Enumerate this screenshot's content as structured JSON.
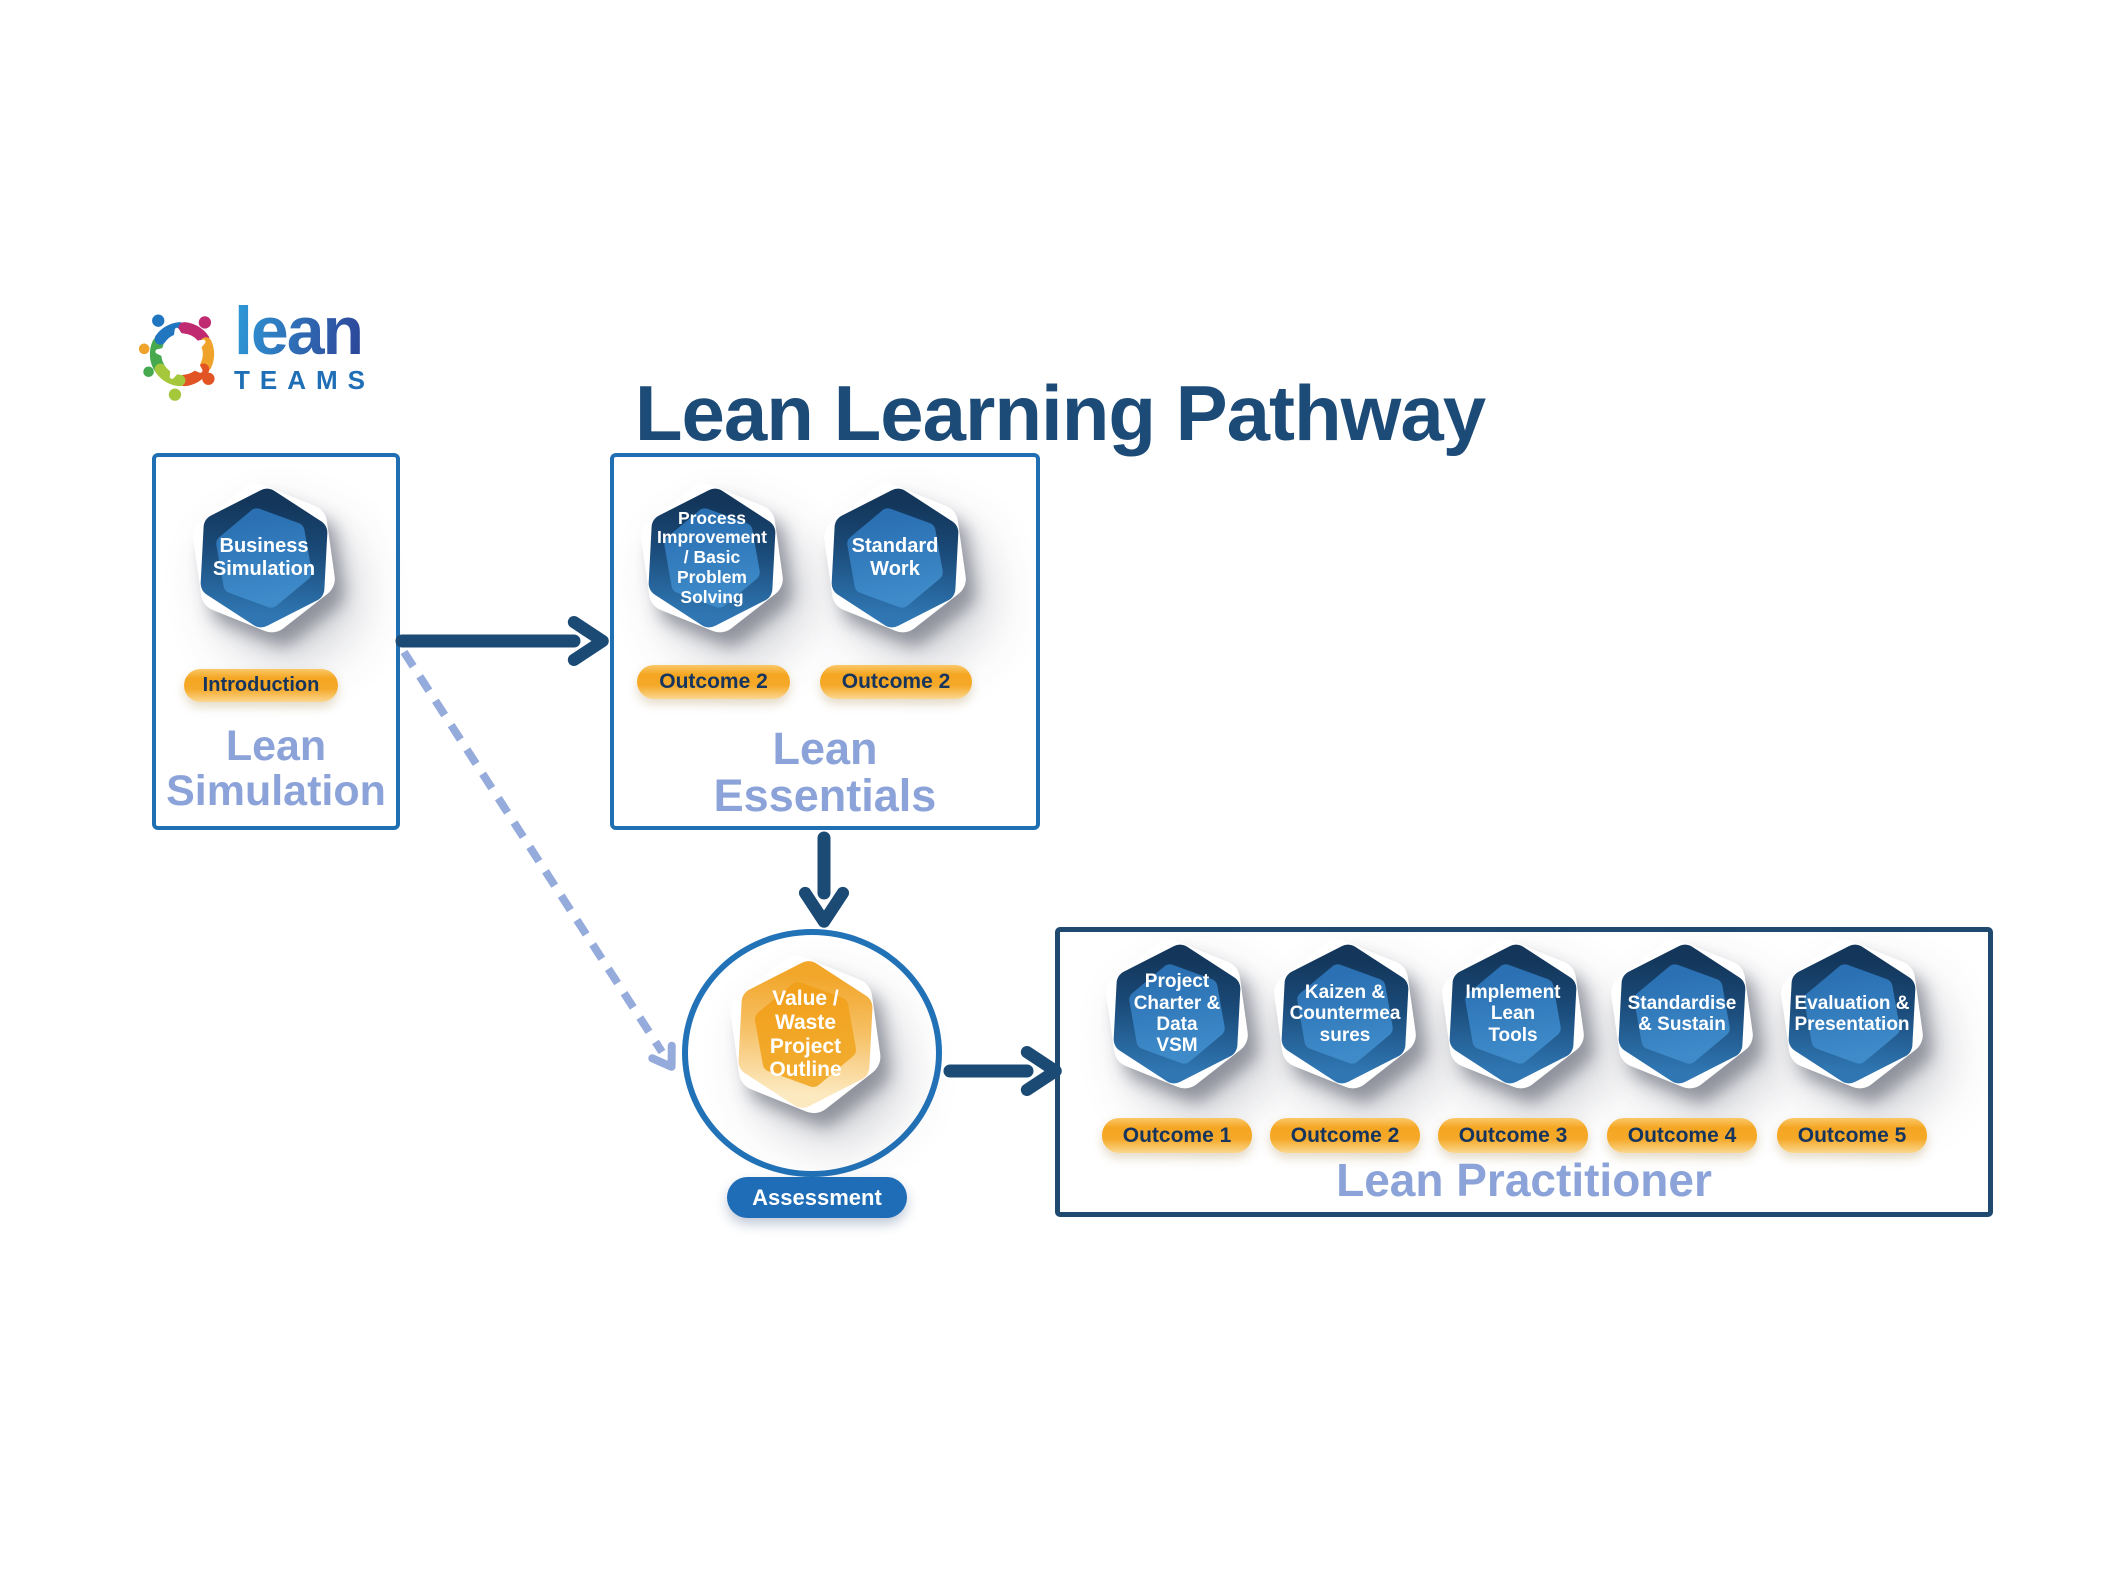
{
  "title": "Lean Learning Pathway",
  "logo": {
    "brand": "lean",
    "sub": "TEAMS"
  },
  "colors": {
    "title_navy": "#1d4b78",
    "arrow_navy": "#1b4a74",
    "box_border_blue": "#1f6fb2",
    "practitioner_border_navy": "#1d4a6e",
    "stage_label_periwinkle": "#8ba3d8",
    "badge_blue": "#2e7abc",
    "badge_dark_navy": "#13365a",
    "badge_orange": "#f2a41f",
    "pill_orange": "#f5a728",
    "pill_text_navy": "#16355e",
    "assessment_pill_blue": "#1f6db7",
    "dashed_arrow_periwinkle": "#95abdc"
  },
  "stages": [
    {
      "name": "Lean Simulation",
      "label": "Lean\nSimulation",
      "badges": [
        {
          "label": "Business\nSimulation",
          "pill": "Introduction"
        }
      ]
    },
    {
      "name": "Lean Essentials",
      "label": "Lean\nEssentials",
      "badges": [
        {
          "label": "Process\nImprovement\n/ Basic\nProblem\nSolving",
          "pill": "Outcome 2"
        },
        {
          "label": "Standard\nWork",
          "pill": "Outcome 2"
        }
      ]
    },
    {
      "name": "Assessment",
      "label": "Assessment",
      "badges": [
        {
          "label": "Value /\nWaste\nProject\nOutline",
          "pill": "Assessment"
        }
      ]
    },
    {
      "name": "Lean Practitioner",
      "label": "Lean Practitioner",
      "badges": [
        {
          "label": "Project\nCharter &\nData\nVSM",
          "pill": "Outcome 1"
        },
        {
          "label": "Kaizen &\nCountermea\nsures",
          "pill": "Outcome 2"
        },
        {
          "label": "Implement\nLean\nTools",
          "pill": "Outcome 3"
        },
        {
          "label": "Standardise\n& Sustain",
          "pill": "Outcome 4"
        },
        {
          "label": "Evaluation &\nPresentation",
          "pill": "Outcome 5"
        }
      ]
    }
  ]
}
